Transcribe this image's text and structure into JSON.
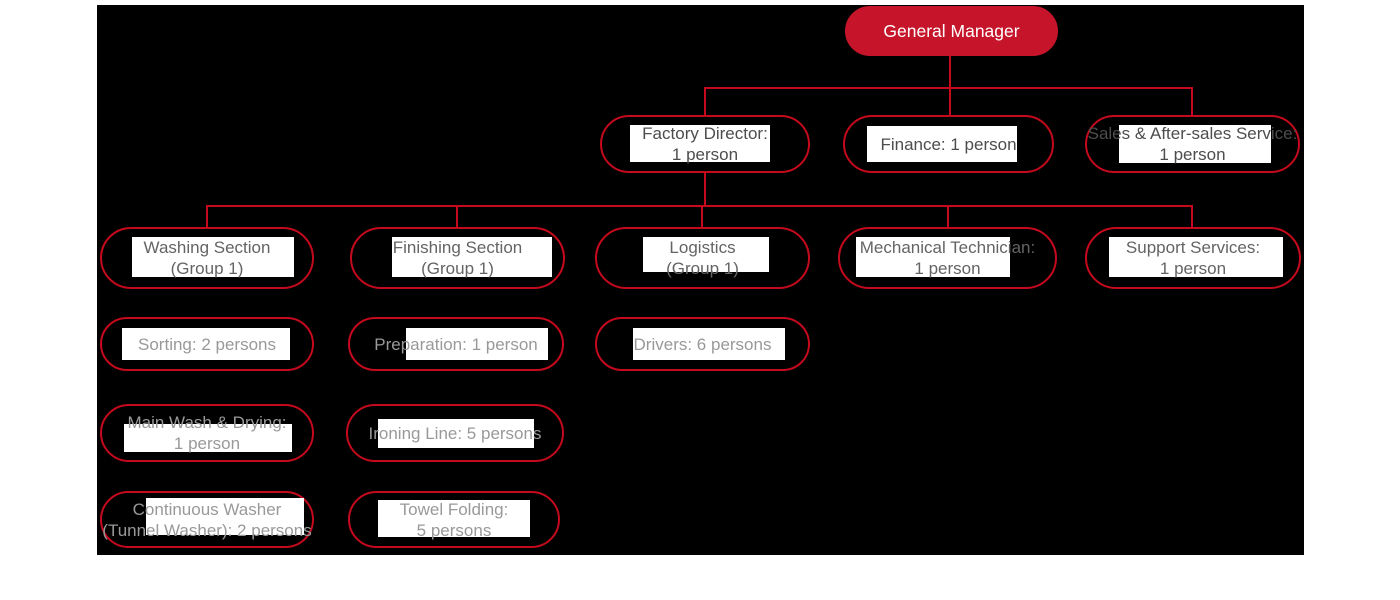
{
  "colors": {
    "background": "#000000",
    "node_fill_red": "#C6152B",
    "line_red": "#C40A1C",
    "text_white": "#FFFFFF",
    "text_level2": "#4D4D4D",
    "text_level3": "#646464",
    "text_leaf": "#999999"
  },
  "nodes": {
    "general_manager": {
      "label": "General Manager"
    },
    "factory_director": {
      "label": "Factory Director:\n1 person"
    },
    "finance": {
      "label": "Finance: 1 person"
    },
    "sales_service": {
      "label": "Sales & After-sales Service:\n1 person"
    },
    "washing_section": {
      "label": "Washing Section\n(Group 1)"
    },
    "finishing_section": {
      "label": "Finishing Section\n(Group 1)"
    },
    "logistics": {
      "label": "Logistics\n(Group 1)"
    },
    "mechanical_technician": {
      "label": "Mechanical Technician:\n1 person"
    },
    "support_services": {
      "label": "Support Services:\n1 person"
    },
    "sorting": {
      "label": "Sorting: 2 persons"
    },
    "preparation": {
      "label": "Preparation: 1 person"
    },
    "drivers": {
      "label": "Drivers: 6 persons"
    },
    "main_wash_drying": {
      "label": "Main Wash & Drying:\n1 person"
    },
    "ironing_line": {
      "label": "Ironing Line: 5 persons"
    },
    "continuous_washer": {
      "label": "Continuous Washer\n(Tunnel Washer): 2 persons"
    },
    "towel_folding": {
      "label": "Towel Folding:\n5 persons"
    }
  }
}
